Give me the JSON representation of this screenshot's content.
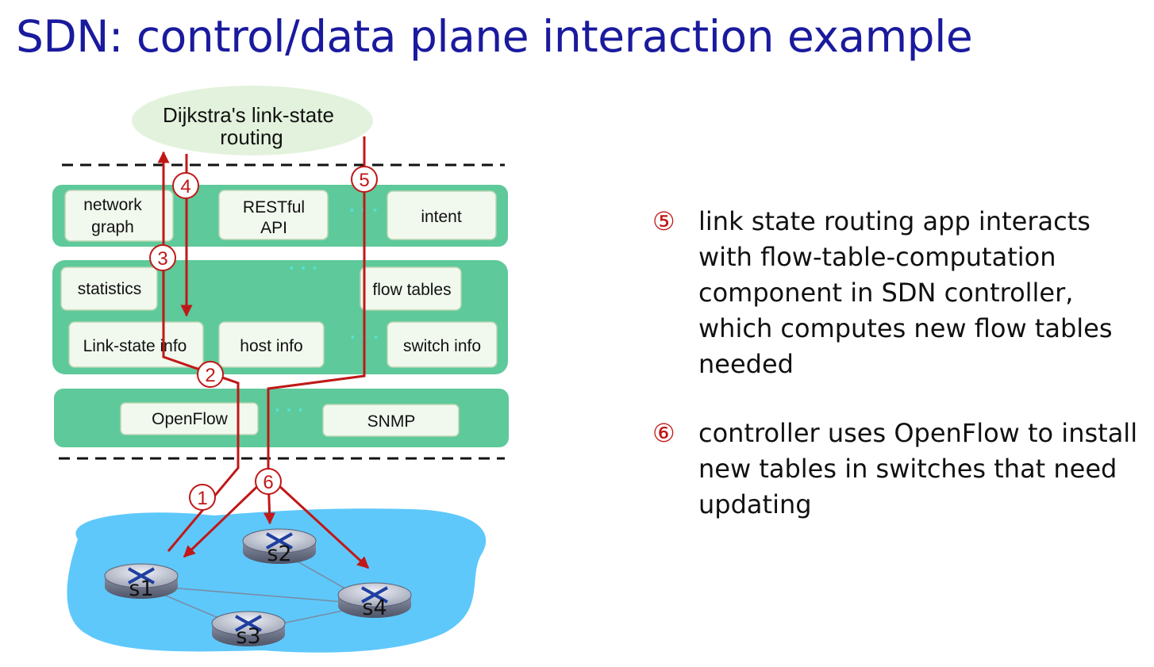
{
  "title": "SDN: control/data plane interaction example",
  "app": {
    "label": "Dijkstra's link-state routing"
  },
  "boxes": {
    "network_graph": "network graph",
    "restful_api": "RESTful API",
    "intent": "intent",
    "statistics": "statistics",
    "flow_tables": "flow tables",
    "link_state_info": "Link-state info",
    "host_info": "host info",
    "switch_info": "switch info",
    "openflow": "OpenFlow",
    "snmp": "SNMP",
    "ellipsis": "· · ·"
  },
  "markers": [
    "1",
    "2",
    "3",
    "4",
    "5",
    "6"
  ],
  "switches": [
    "s1",
    "s2",
    "s3",
    "s4"
  ],
  "steps": [
    {
      "num": "⑤",
      "text": "link state routing app interacts with flow-table-computation component in SDN controller, which computes new flow tables needed"
    },
    {
      "num": "⑥",
      "text": "controller uses OpenFlow to install new tables in switches that need updating"
    }
  ],
  "colors": {
    "title": "#1a1a9e",
    "layer_green": "#5ec99a",
    "box_fill": "#f1f9ee",
    "app_ellipse": "#e3f2dc",
    "arrow_red": "#c01818",
    "network_blue": "#5ec8fb",
    "dot_accent": "#55e0d0"
  }
}
